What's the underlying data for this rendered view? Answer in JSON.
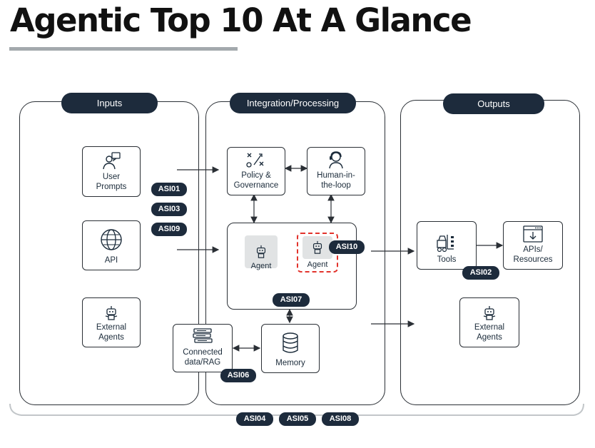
{
  "title": "Agentic Top 10 At A Glance",
  "columns": {
    "inputs": "Inputs",
    "processing": "Integration/Processing",
    "outputs": "Outputs"
  },
  "inputs": {
    "user_prompts": "User\nPrompts",
    "api": "API",
    "external_agents": "External\nAgents"
  },
  "processing": {
    "policy": "Policy &\nGovernance",
    "human": "Human-in-\nthe-loop",
    "agent_a": "Agent",
    "agent_b": "Agent",
    "connected_data": "Connected\ndata/RAG",
    "memory": "Memory"
  },
  "outputs": {
    "tools": "Tools",
    "apis": "APIs/\nResources",
    "external_agents": "External\nAgents"
  },
  "tags": {
    "asi01": "ASI01",
    "asi03": "ASI03",
    "asi09": "ASI09",
    "asi10": "ASI10",
    "asi07": "ASI07",
    "asi06": "ASI06",
    "asi02": "ASI02",
    "asi04": "ASI04",
    "asi05": "ASI05",
    "asi08": "ASI08"
  },
  "colors": {
    "navy": "#1d2b3c",
    "highlight_red": "#e2332c",
    "underline_gray": "#a3a9ad",
    "agent_gray": "#e1e3e4"
  },
  "icons": {
    "user_prompts": "user-chat-icon",
    "api": "globe-icon",
    "external_agents": "robot-icon",
    "policy": "strategy-icon",
    "human": "headset-person-icon",
    "agent": "robot-icon",
    "connected_data": "stacked-books-icon",
    "memory": "database-icon",
    "tools": "forklift-icon",
    "apis": "browser-download-icon"
  }
}
